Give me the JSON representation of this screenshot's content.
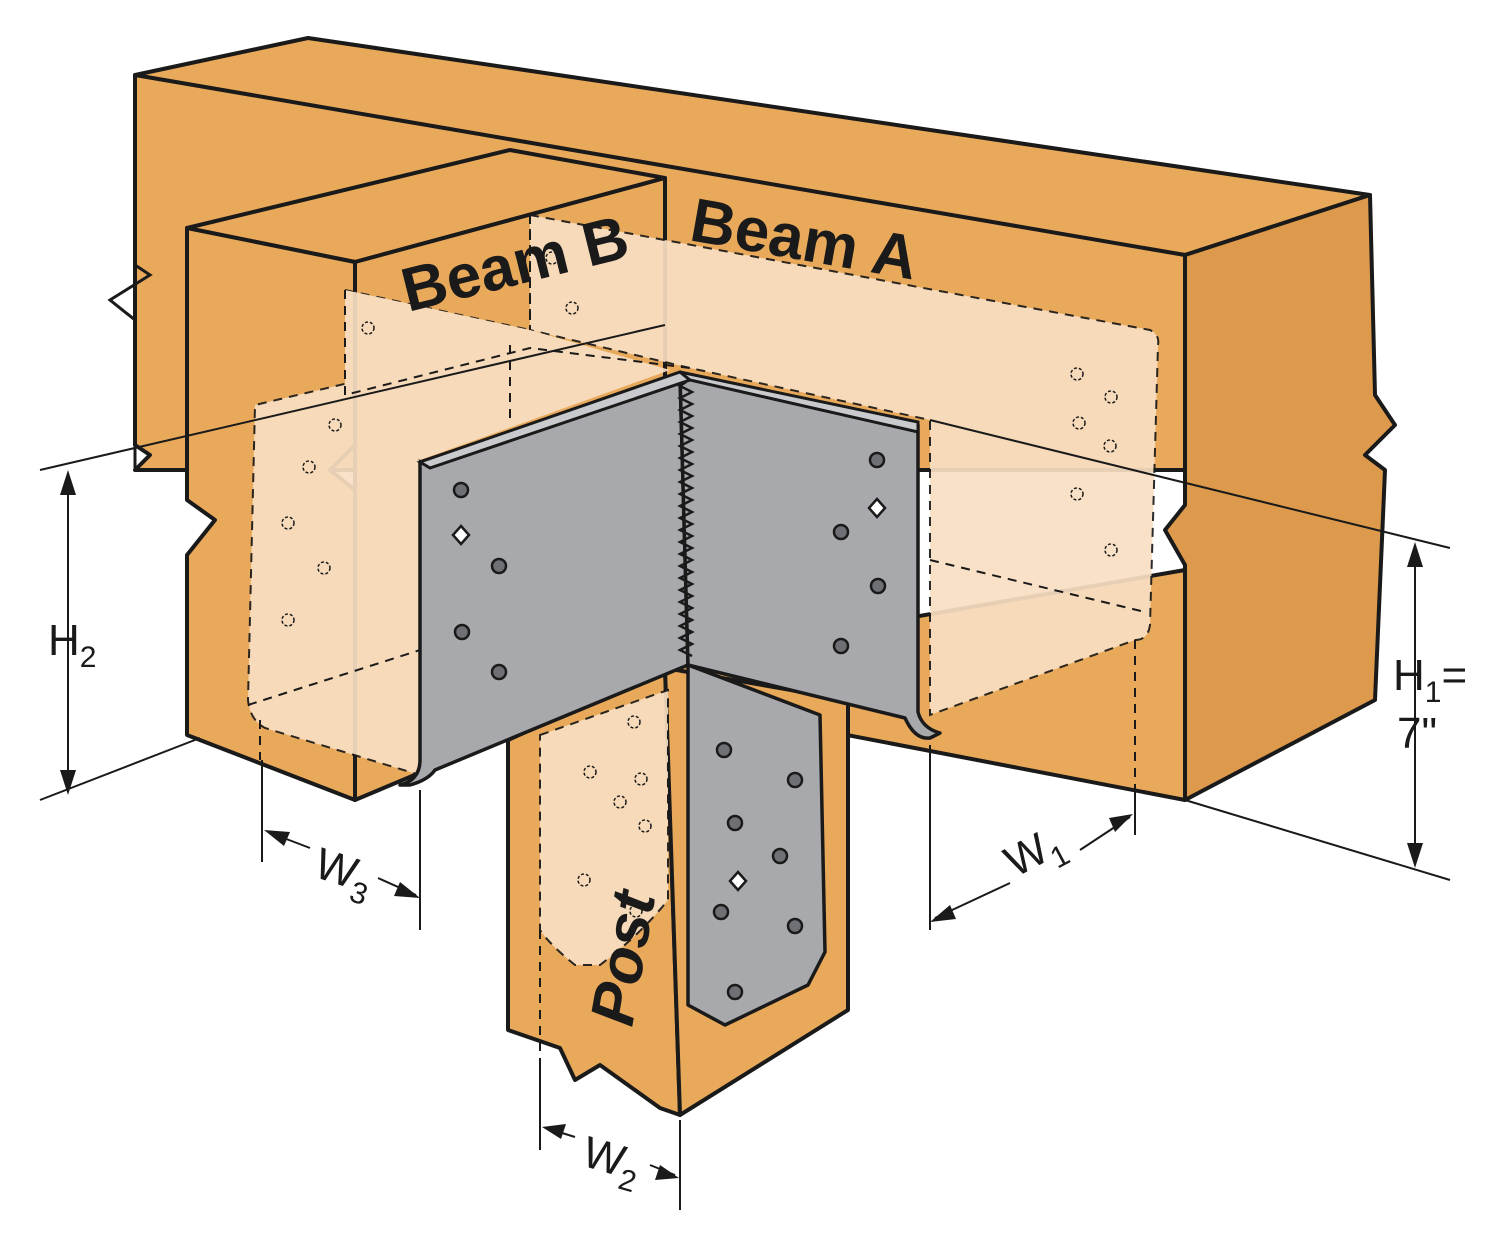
{
  "labels": {
    "beam_a": "Beam A",
    "beam_b": "Beam B",
    "post": "Post"
  },
  "dimensions": {
    "h1": {
      "letter": "H",
      "sub": "1",
      "suffix": "=",
      "value": "7\""
    },
    "h2": {
      "letter": "H",
      "sub": "2"
    },
    "w1": {
      "letter": "W",
      "sub": "1"
    },
    "w2": {
      "letter": "W",
      "sub": "2"
    },
    "w3": {
      "letter": "W",
      "sub": "3"
    }
  },
  "colors": {
    "wood": "#e9a95b",
    "ghost_wood": "#f8dfc2",
    "steel": "#a8a9ad",
    "outline": "#1a1a1a"
  }
}
